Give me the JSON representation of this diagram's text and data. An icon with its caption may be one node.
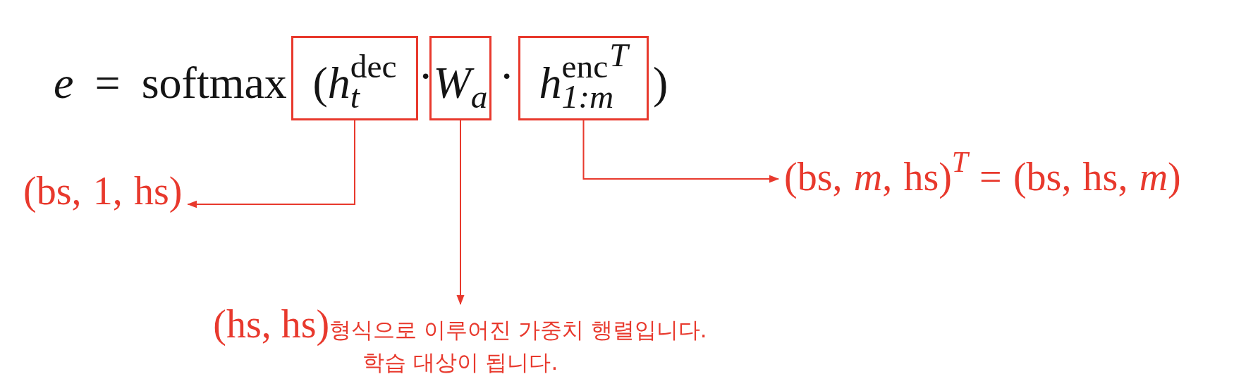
{
  "diagram": {
    "nodes": [
      {
        "text": [
          "(*h*$_{t}$$^{dec}$"
        ]
      },
      {
        "text": [
          "*W*$_{a}$"
        ]
      },
      {
        "text": [
          "*h*$_{1:m}$$^{enc}$$^{T}$"
        ]
      },
      {
        "text": [
          "(bs, 1, hs)"
        ]
      },
      {
        "text": [
          "(hs, hs)",
          "형식으로 이루어진 가중치 행렬입니다. 학습 대상이 됩니다."
        ]
      },
      {
        "text": [
          "(bs, *m*, hs)$^{T}$ = (bs, hs, *m*)"
        ]
      }
    ],
    "edges": [
      {
        "from": 0,
        "to": 3,
        "arrow": "to"
      },
      {
        "from": 1,
        "to": 4,
        "arrow": "to"
      },
      {
        "from": 2,
        "to": 5,
        "arrow": "to"
      }
    ],
    "labels": [
      "*e* = softmax",
      "·",
      "·",
      ")"
    ]
  }
}
